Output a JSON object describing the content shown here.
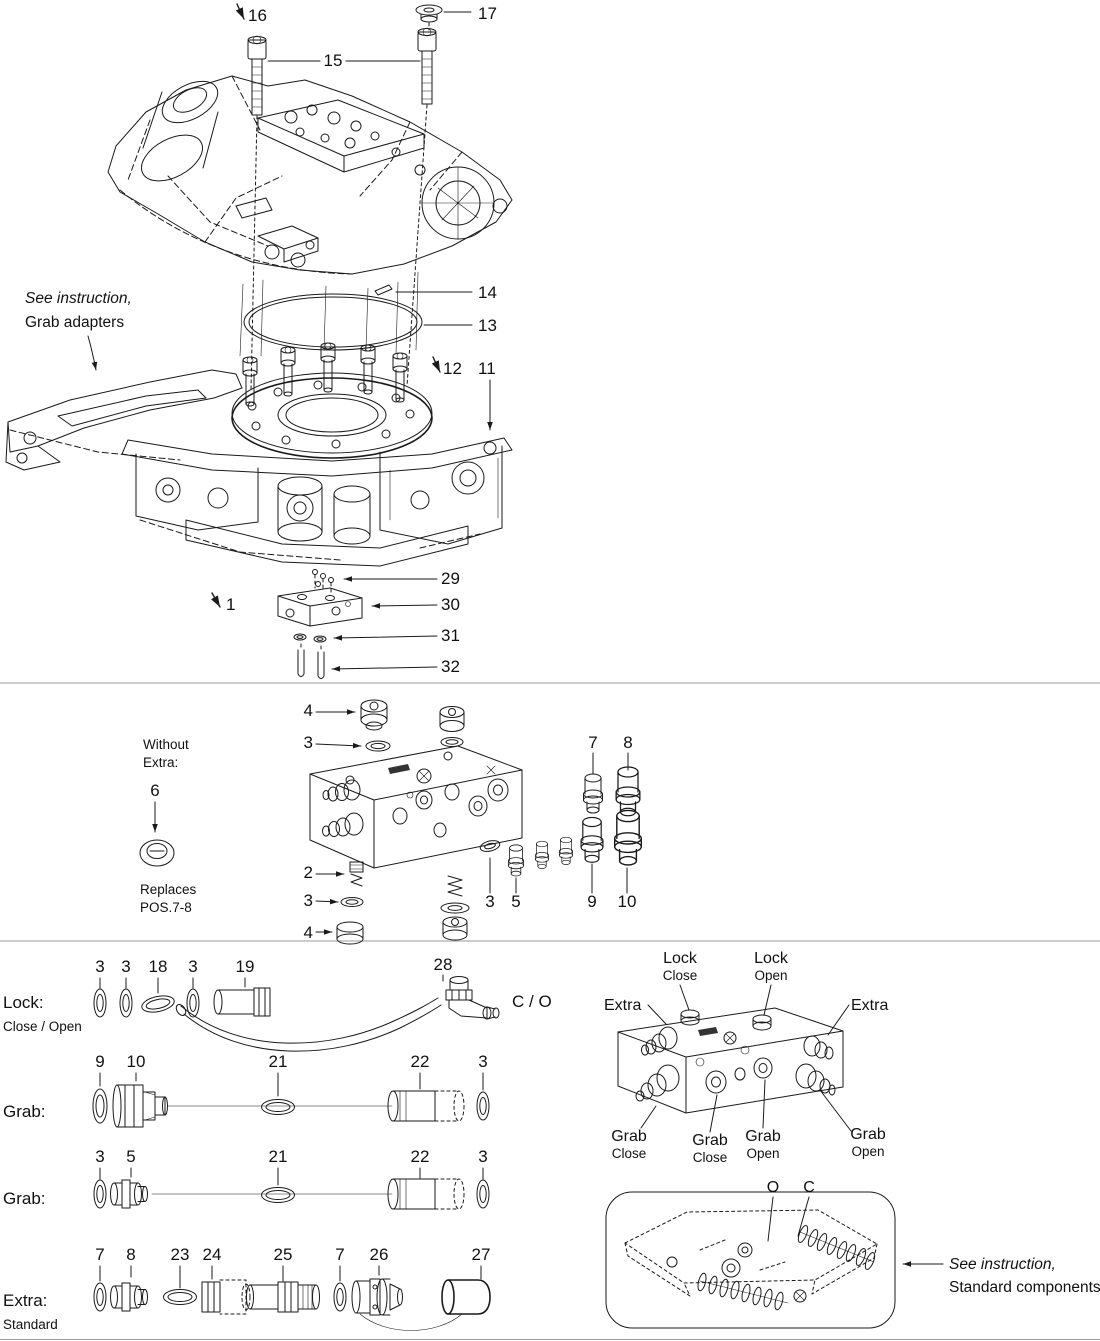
{
  "ink": "#1a1a1a",
  "top": {
    "note": {
      "line1": "See instruction,",
      "line2": "Grab adapters"
    },
    "callouts": {
      "c1": "1",
      "c11": "11",
      "c12": "12",
      "c13": "13",
      "c14": "14",
      "c15": "15",
      "c16": "16",
      "c17": "17",
      "c29": "29",
      "c30": "30",
      "c31": "31",
      "c32": "32"
    }
  },
  "middle": {
    "without": {
      "line1": "Without",
      "line2": "Extra:"
    },
    "replaces": {
      "line1": "Replaces",
      "line2": "POS.7-8"
    },
    "callouts": {
      "c2": "2",
      "c3_top": "3",
      "c3_bottom": "3",
      "c3_right": "3",
      "c4_top": "4",
      "c4_bottom": "4",
      "c5": "5",
      "c6": "6",
      "c7": "7",
      "c8": "8",
      "c9": "9",
      "c10": "10"
    }
  },
  "bottom": {
    "lock_row": {
      "label": "Lock:",
      "sublabel": "Close / Open",
      "callouts": [
        "3",
        "3",
        "18",
        "3",
        "19",
        "28"
      ],
      "co_label": "C / O"
    },
    "grab_row_1": {
      "label": "Grab:",
      "callouts": [
        "9",
        "10",
        "21",
        "22",
        "3"
      ]
    },
    "grab_row_2": {
      "label": "Grab:",
      "callouts": [
        "3",
        "5",
        "21",
        "22",
        "3"
      ]
    },
    "extra_row": {
      "label": "Extra:",
      "sublabel": "Standard",
      "callouts": [
        "7",
        "8",
        "23",
        "24",
        "25",
        "7",
        "26",
        "27"
      ]
    },
    "valve_labels": {
      "lock_close": {
        "line1": "Lock",
        "line2": "Close"
      },
      "lock_open": {
        "line1": "Lock",
        "line2": "Open"
      },
      "extra_left": "Extra",
      "extra_right": "Extra",
      "grab_close_left": {
        "line1": "Grab",
        "line2": "Close"
      },
      "grab_close_mid": {
        "line1": "Grab",
        "line2": "Close"
      },
      "grab_open_mid": {
        "line1": "Grab",
        "line2": "Open"
      },
      "grab_open_right": {
        "line1": "Grab",
        "line2": "Open"
      }
    },
    "schematic": {
      "o": "O",
      "c": "C",
      "note": {
        "line1": "See instruction,",
        "line2": "Standard components"
      }
    }
  }
}
